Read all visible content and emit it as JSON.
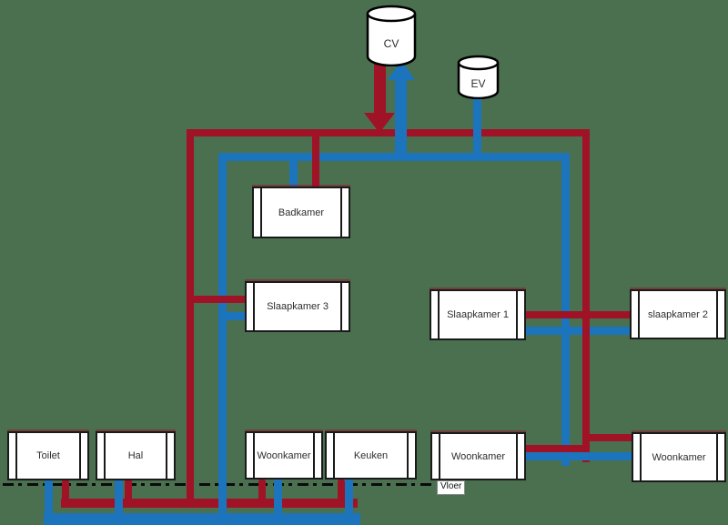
{
  "diagram": {
    "type": "heating-system-piping-diagram",
    "sources": [
      {
        "id": "cv",
        "label": "CV"
      },
      {
        "id": "ev",
        "label": "EV"
      }
    ],
    "rooms": [
      {
        "id": "badkamer",
        "label": "Badkamer"
      },
      {
        "id": "slaapkamer3",
        "label": "Slaapkamer 3"
      },
      {
        "id": "slaapkamer1",
        "label": "Slaapkamer 1"
      },
      {
        "id": "slaapkamer2",
        "label": "slaapkamer 2"
      },
      {
        "id": "toilet",
        "label": "Toilet"
      },
      {
        "id": "hal",
        "label": "Hal"
      },
      {
        "id": "woonkamer-left",
        "label": "Woonkamer"
      },
      {
        "id": "keuken",
        "label": "Keuken"
      },
      {
        "id": "woonkamer-mid",
        "label": "Woonkamer"
      },
      {
        "id": "woonkamer-right",
        "label": "Woonkamer"
      }
    ],
    "floor_label": "Vloer",
    "colors": {
      "background": "#4A7050",
      "supply_pipe": "#A01226",
      "return_pipe": "#1B74BC",
      "shape_fill": "#FFFFFF",
      "shape_border": "#1A1A1A",
      "floor_line": "#0B0B0B"
    }
  }
}
